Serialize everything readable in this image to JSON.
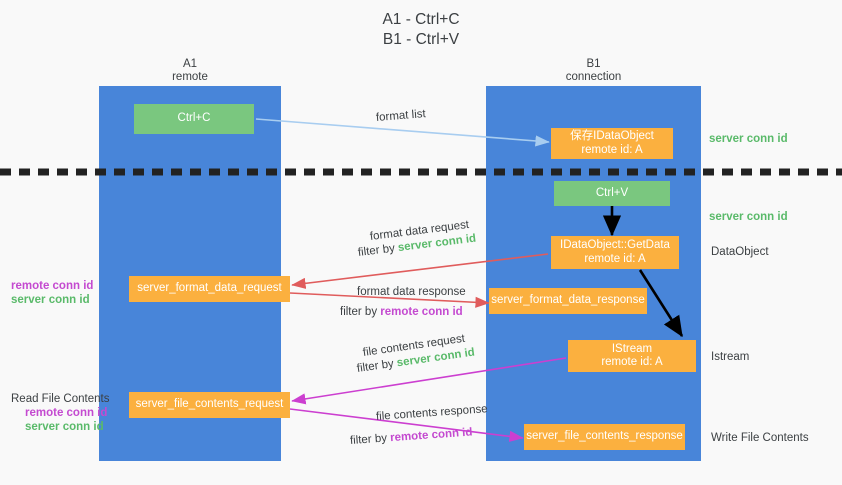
{
  "title": {
    "line1": "A1 - Ctrl+C",
    "line2": "B1 - Ctrl+V"
  },
  "lanes": [
    {
      "id": "a1",
      "name": "A1",
      "sub": "remote"
    },
    {
      "id": "b1",
      "name": "B1",
      "sub": "connection"
    }
  ],
  "nodes": {
    "ctrl_c": {
      "line1": "Ctrl+C",
      "line2": ""
    },
    "save_dataobject": {
      "line1": "保存IDataObject",
      "line2": "remote id: A"
    },
    "ctrl_v": {
      "line1": "Ctrl+V",
      "line2": ""
    },
    "getdata": {
      "line1": "IDataObject::GetData",
      "line2": "remote id: A"
    },
    "istream": {
      "line1": "IStream",
      "line2": "remote id: A"
    },
    "fmt_req": {
      "line1": "server_format_data_request",
      "line2": ""
    },
    "fmt_resp": {
      "line1": "server_format_data_response",
      "line2": ""
    },
    "file_req": {
      "line1": "server_file_contents_request",
      "line2": ""
    },
    "file_resp": {
      "line1": "server_file_contents_response",
      "line2": ""
    }
  },
  "mid_labels": {
    "format_list": "format list",
    "fmt_data_request": "format data request",
    "fmt_req_filter_pre": "filter by ",
    "fmt_req_filter_key": "server conn id",
    "fmt_data_response": "format data response",
    "fmt_resp_filter_pre": "filter by ",
    "fmt_resp_filter_key": "remote conn id",
    "file_request": "file contents request",
    "file_req_filter_pre": "filter by ",
    "file_req_filter_key": "server conn id",
    "file_response": "file contents response",
    "file_resp_filter_pre": "filter by ",
    "file_resp_filter_key": "remote conn id"
  },
  "right_labels": {
    "server_conn_id_top": "server conn id",
    "server_conn_id_mid": "server conn id",
    "dataobject": "DataObject",
    "istream": "Istream",
    "write_file_contents": "Write File Contents"
  },
  "left_labels": {
    "remote_conn_id_1": "remote conn id",
    "server_conn_id_1": "server conn id",
    "read_file_contents": "Read File Contents",
    "remote_conn_id_2": "remote conn id",
    "server_conn_id_2": "server conn id"
  },
  "colors": {
    "lane": "#4885d9",
    "node_green": "#7ac77f",
    "node_orange": "#fbb03f",
    "arrow_light_blue": "#a8cdf0",
    "arrow_red": "#e05c5c",
    "arrow_magenta": "#cc3fd0",
    "arrow_black": "#000000",
    "green_text": "#5aba6a",
    "magenta_text": "#c44ad0",
    "divider": "#222222",
    "background": "#f9f9f9"
  }
}
